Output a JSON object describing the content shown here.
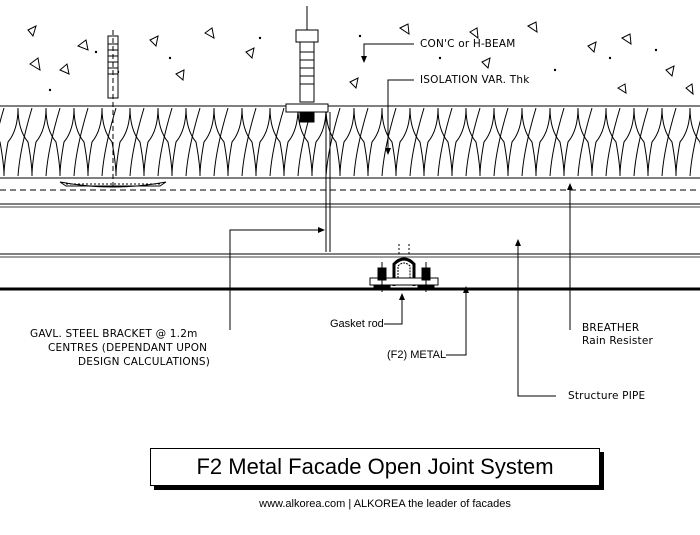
{
  "labels": {
    "concrete": "CON'C or H-BEAM",
    "isolation": "ISOLATION VAR. Thk",
    "bracket_line1": "GAVL. STEEL BRACKET @ 1.2m",
    "bracket_line2": "CENTRES (DEPENDANT UPON",
    "bracket_line3": "DESIGN CALCULATIONS)",
    "gasket": "Gasket rod",
    "metal": "(F2) METAL",
    "breather_line1": "BREATHER",
    "breather_line2": "Rain Resister",
    "structure": "Structure PIPE"
  },
  "title": "F2 Metal Facade Open Joint System",
  "footer": "www.alkorea.com | ALKOREA the leader of facades"
}
